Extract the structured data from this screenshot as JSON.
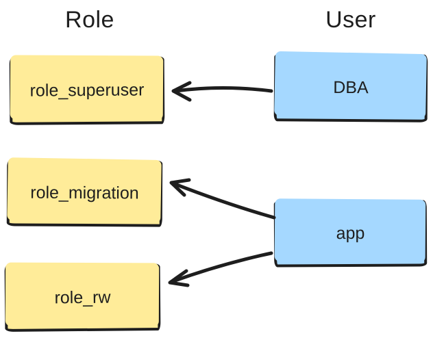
{
  "diagram": {
    "headers": {
      "role": "Role",
      "user": "User"
    },
    "nodes": {
      "role_superuser": {
        "label": "role_superuser",
        "type": "role"
      },
      "role_migration": {
        "label": "role_migration",
        "type": "role"
      },
      "role_rw": {
        "label": "role_rw",
        "type": "role"
      },
      "dba": {
        "label": "DBA",
        "type": "user"
      },
      "app": {
        "label": "app",
        "type": "user"
      }
    },
    "edges": [
      {
        "from": "dba",
        "to": "role_superuser"
      },
      {
        "from": "app",
        "to": "role_migration"
      },
      {
        "from": "app",
        "to": "role_rw"
      }
    ],
    "colors": {
      "role_fill": "#ffec99",
      "user_fill": "#a5d8ff",
      "stroke": "#1e1e1e",
      "background": "#ffffff"
    }
  }
}
